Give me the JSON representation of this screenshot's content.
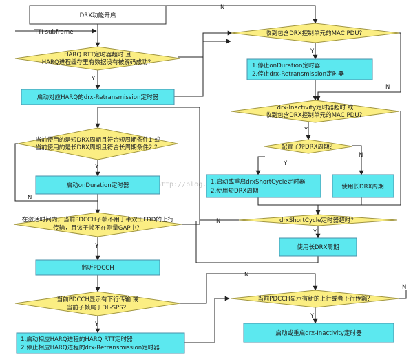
{
  "nodes": {
    "drx_start": "DRX功能开启",
    "tti_label": "TTI subframe",
    "d_harq": [
      "HARQ RTT定时器超时 且",
      "HARQ进程缓存里有数据没有被解码成功？"
    ],
    "start_drx_retx": "启动对应HARQ的drx-Retransmission定时器",
    "d_mac_pdu": "收到包含DRX控制单元的MAC PDU？",
    "stop_timers": [
      "1.停止onDuration定时器",
      "2.停止drx-Retransmission定时器"
    ],
    "d_inactivity": [
      "drx-Inactivity定时器超时 或",
      "收到包含DRX控制单元的MAC PDU？"
    ],
    "d_short_cfg": "配置了短DRX周期？",
    "short_cycle_box": [
      "1.启动或重启drxShortCycle定时器",
      "2.使用短DRX周期"
    ],
    "long_cycle_box": "使用长DRX周期",
    "d_cycle_cond": [
      "当前使用的是短DRX周期且符合短周期条件1 或",
      "当前使用的是长DRX周期且符合长周期条件2 ？"
    ],
    "start_onduration": "启动onDuration定时器",
    "d_short_expired": "drxShortCycle定时器超时？",
    "use_long_cycle": "使用长DRX周期",
    "d_active_time": [
      "在激活时间内，当前PDCCH子帧不用于半双工FDD的上行",
      "传输，且该子帧不在测量GAP中？"
    ],
    "monitor_pdcch": "监听PDCCH",
    "d_pdcch_dl": [
      "当前PDCCH显示有下行传输 或",
      "当前子帧属于DL-SPS？"
    ],
    "harq_actions": [
      "1.启动相应HARQ进程的HARQ RTT定时器",
      "2.停止相应HARQ进程的drx-Retransmission定时器"
    ],
    "d_pdcch_new": "当前PDCCH显示有新的上行或者下行传输？",
    "restart_inactivity": "启动或重启drx-Inactivity定时器"
  },
  "edge_labels": {
    "yes": "Y",
    "no": "N"
  },
  "watermark": "http://blog.csdn.net/",
  "colors": {
    "box_fill": "#5ce8ef",
    "box_stroke": "#4a90a8",
    "decision_fill": "#fbee83",
    "decision_stroke": "#a09540",
    "line": "#222222"
  }
}
